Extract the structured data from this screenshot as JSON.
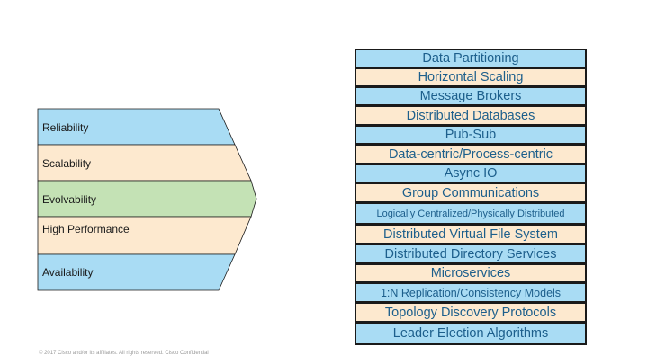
{
  "qualities": [
    {
      "label": "Reliability",
      "color": "#a9dcf4"
    },
    {
      "label": "Scalability",
      "color": "#fde9cf"
    },
    {
      "label": "Evolvability",
      "color": "#c4e2b5"
    },
    {
      "label": "High Performance",
      "color": "#fde9cf"
    },
    {
      "label": "Availability",
      "color": "#a9dcf4"
    }
  ],
  "techniques": [
    {
      "label": "Data Partitioning",
      "color": "#a9dcf4"
    },
    {
      "label": "Horizontal Scaling",
      "color": "#fde9cf"
    },
    {
      "label": "Message Brokers",
      "color": "#a9dcf4"
    },
    {
      "label": "Distributed Databases",
      "color": "#fde9cf"
    },
    {
      "label": "Pub-Sub",
      "color": "#a9dcf4"
    },
    {
      "label": "Data-centric/Process-centric",
      "color": "#fde9cf"
    },
    {
      "label": "Async IO",
      "color": "#a9dcf4"
    },
    {
      "label": "Group Communications",
      "color": "#fde9cf"
    },
    {
      "label": "Logically Centralized/Physically Distributed",
      "color": "#a9dcf4"
    },
    {
      "label": "Distributed Virtual File System",
      "color": "#fde9cf"
    },
    {
      "label": "Distributed Directory Services",
      "color": "#a9dcf4"
    },
    {
      "label": "Microservices",
      "color": "#fde9cf"
    },
    {
      "label": "1:N Replication/Consistency Models",
      "color": "#a9dcf4"
    },
    {
      "label": "Topology Discovery Protocols",
      "color": "#fde9cf"
    },
    {
      "label": "Leader Election Algorithms",
      "color": "#a9dcf4"
    }
  ],
  "footer": "© 2017  Cisco and/or its affiliates. All rights reserved.   Cisco Confidential"
}
